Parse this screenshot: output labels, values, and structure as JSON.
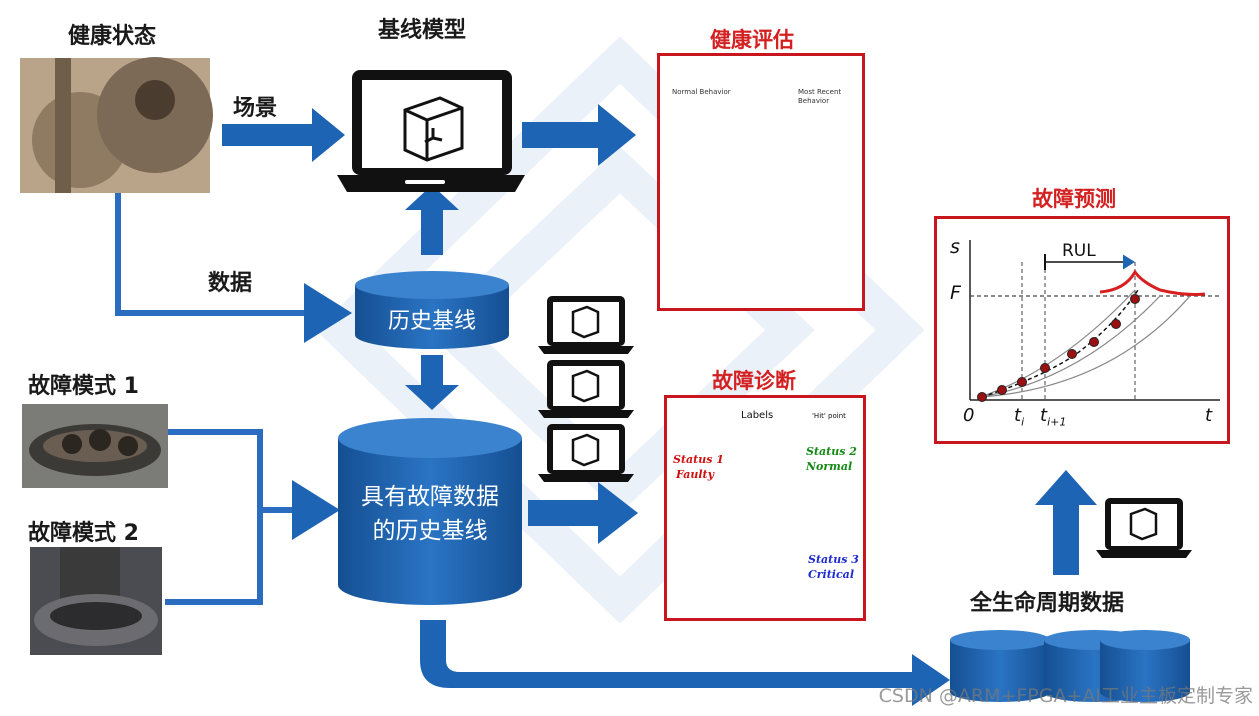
{
  "labels": {
    "health_state": "健康状态",
    "baseline_model": "基线模型",
    "scene": "场景",
    "data": "数据",
    "fault_mode_1": "故障模式 1",
    "fault_mode_2": "故障模式 2",
    "health_assessment": "健康评估",
    "fault_prediction": "故障预测",
    "fault_diagnosis": "故障诊断",
    "lifecycle_data": "全生命周期数据"
  },
  "nodes": {
    "history_baseline": "历史基线",
    "fault_history_baseline": "具有故障数据的历史基线"
  },
  "assessment_chart": {
    "normal": "Normal Behavior",
    "recent": "Most Recent Behavior"
  },
  "prediction_chart": {
    "s": "s",
    "F": "F",
    "rul": "RUL",
    "zero": "0",
    "ti": "t",
    "ti_sub": "i",
    "ti1": "t",
    "ti1_sub": "i+1",
    "t": "t"
  },
  "diagnosis_map": {
    "labels": "Labels",
    "hit_point": "'Hit' point",
    "status1": "Status 1",
    "status1b": "Faulty",
    "status2": "Status 2",
    "status2b": "Normal",
    "status3": "Status 3",
    "status3b": "Critical"
  },
  "watermark": "CSDN @ARM+FPGA+AI工业主板定制专家",
  "colors": {
    "arrow_blue": "#1e64b4",
    "panel_red": "#c8161e",
    "cylinder_blue": "#1a5fa8"
  }
}
